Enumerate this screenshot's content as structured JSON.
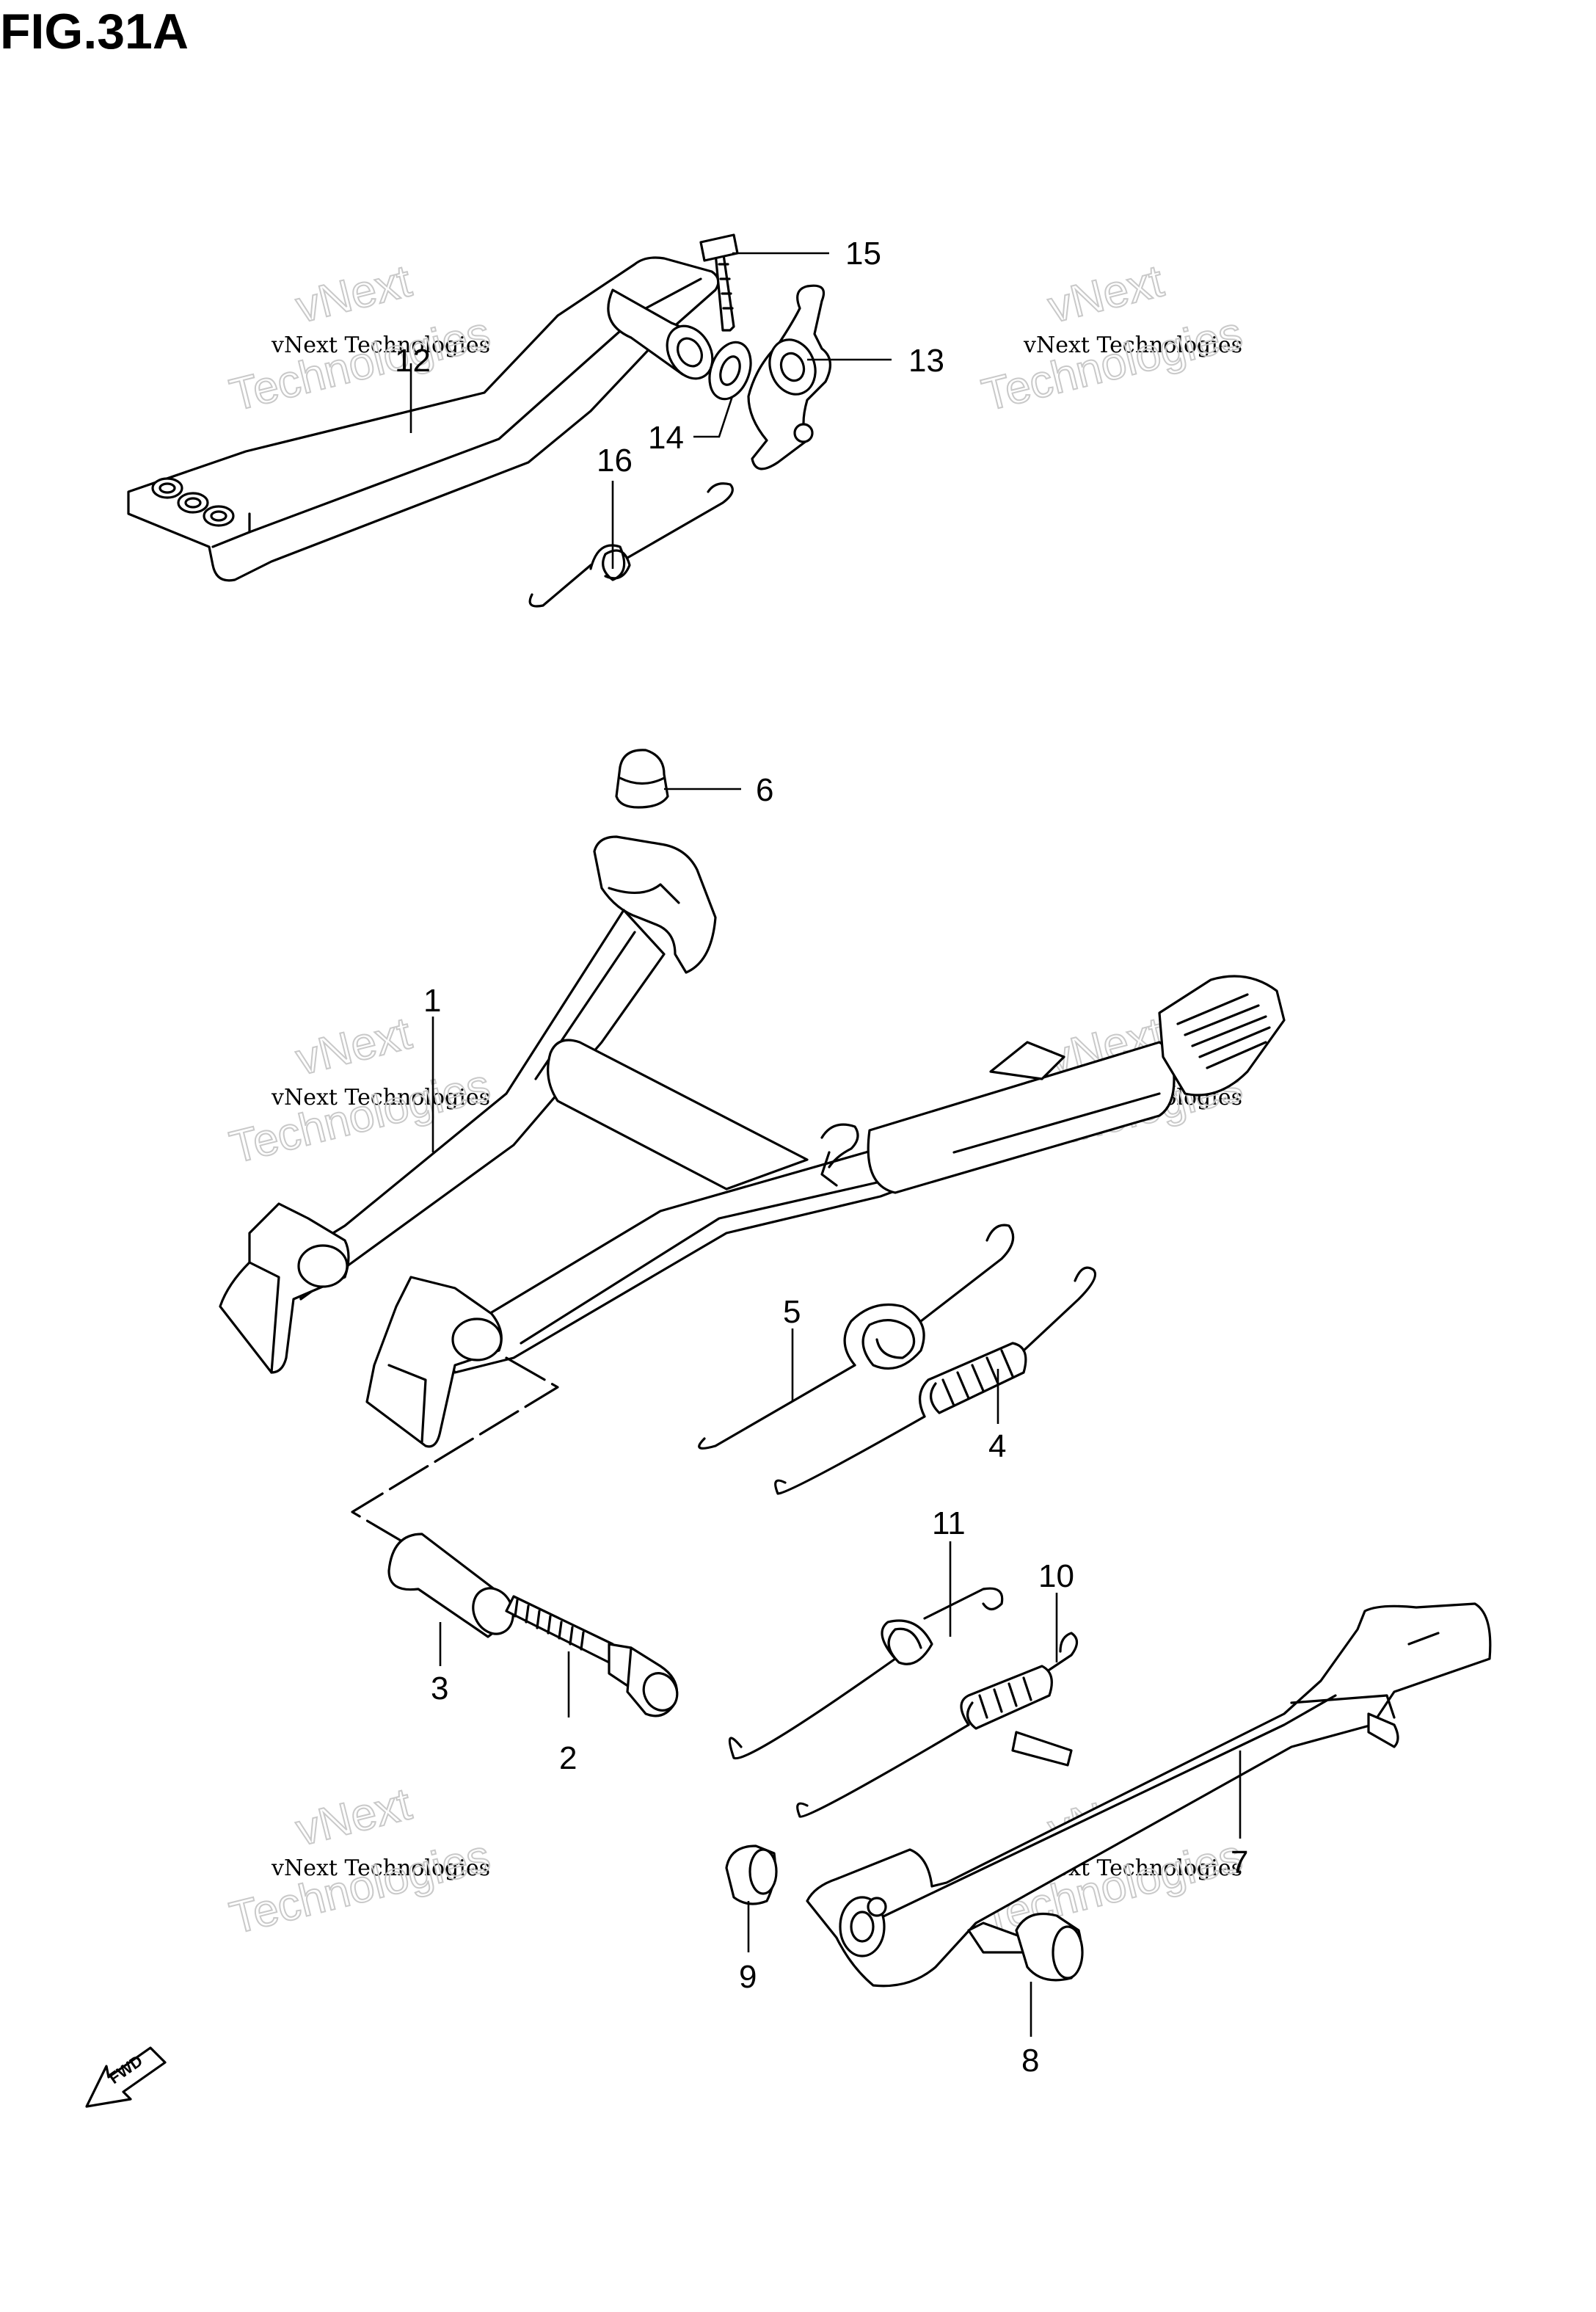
{
  "figure": {
    "title": "FIG.31A"
  },
  "watermark": {
    "line1": "vNext Technologies",
    "line2": "vNext",
    "line3": "Technologies"
  },
  "fwd_label": "FWD",
  "callouts": [
    {
      "id": "c1",
      "label": "1"
    },
    {
      "id": "c2",
      "label": "2"
    },
    {
      "id": "c3",
      "label": "3"
    },
    {
      "id": "c4",
      "label": "4"
    },
    {
      "id": "c5",
      "label": "5"
    },
    {
      "id": "c6",
      "label": "6"
    },
    {
      "id": "c7",
      "label": "7"
    },
    {
      "id": "c8",
      "label": "8"
    },
    {
      "id": "c9",
      "label": "9"
    },
    {
      "id": "c10",
      "label": "10"
    },
    {
      "id": "c11",
      "label": "11"
    },
    {
      "id": "c12",
      "label": "12"
    },
    {
      "id": "c13",
      "label": "13"
    },
    {
      "id": "c14",
      "label": "14"
    },
    {
      "id": "c15",
      "label": "15"
    },
    {
      "id": "c16",
      "label": "16"
    }
  ]
}
